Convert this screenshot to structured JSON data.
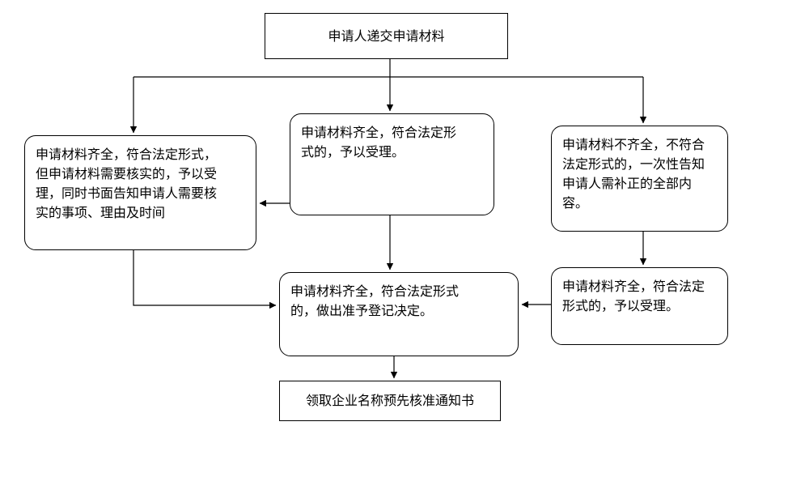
{
  "diagram": {
    "type": "flowchart",
    "background_color": "#ffffff",
    "line_color": "#000000",
    "nodes": {
      "start": {
        "shape": "rectangle",
        "label": "申请人递交申请材料"
      },
      "review_left": {
        "shape": "rounded-rectangle",
        "label": "申请材料齐全，符合法定形式，\n但申请材料需要核实的，予以受\n理，同时书面告知申请人需要核\n实的事项、理由及时间"
      },
      "accept_center": {
        "shape": "rounded-rectangle",
        "label": "申请材料齐全，符合法定形\n式的，予以受理。"
      },
      "incomplete_right": {
        "shape": "rounded-rectangle",
        "label": "申请材料不齐全，不符合\n法定形式的，一次性告知\n申请人需补正的全部内\n容。"
      },
      "accept_right": {
        "shape": "rounded-rectangle",
        "label": "申请材料齐全，符合法定\n形式的，予以受理。"
      },
      "decision": {
        "shape": "rounded-rectangle",
        "label": "申请材料齐全，符合法定形式\n的，做出准予登记决定。"
      },
      "end": {
        "shape": "rectangle",
        "label": "领取企业名称预先核准通知书"
      }
    },
    "edges": [
      {
        "from": "start",
        "to": "review_left"
      },
      {
        "from": "start",
        "to": "accept_center"
      },
      {
        "from": "start",
        "to": "incomplete_right"
      },
      {
        "from": "accept_center",
        "to": "review_left"
      },
      {
        "from": "accept_center",
        "to": "decision"
      },
      {
        "from": "review_left",
        "to": "decision"
      },
      {
        "from": "incomplete_right",
        "to": "accept_right"
      },
      {
        "from": "accept_right",
        "to": "decision"
      },
      {
        "from": "decision",
        "to": "end"
      }
    ]
  }
}
